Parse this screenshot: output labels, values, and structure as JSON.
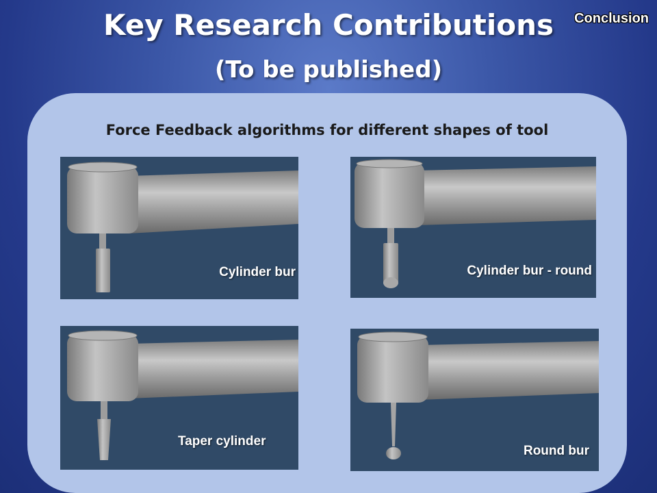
{
  "slide": {
    "title": "Key Research Contributions",
    "subtitle": "(To be published)",
    "badge": "Conclusion",
    "heading": "Force Feedback algorithms for different shapes of tool"
  },
  "tiles": [
    {
      "caption": "Cylinder bur",
      "tip": "cylinder"
    },
    {
      "caption": "Cylinder bur - round",
      "tip": "cylinder-round"
    },
    {
      "caption": "Taper cylinder",
      "tip": "taper"
    },
    {
      "caption": "Round bur",
      "tip": "ball"
    }
  ],
  "colors": {
    "background": "#2a3f90",
    "panel": "#b2c5e9",
    "tile": "#304a67",
    "tool": "#9a9a9a"
  }
}
